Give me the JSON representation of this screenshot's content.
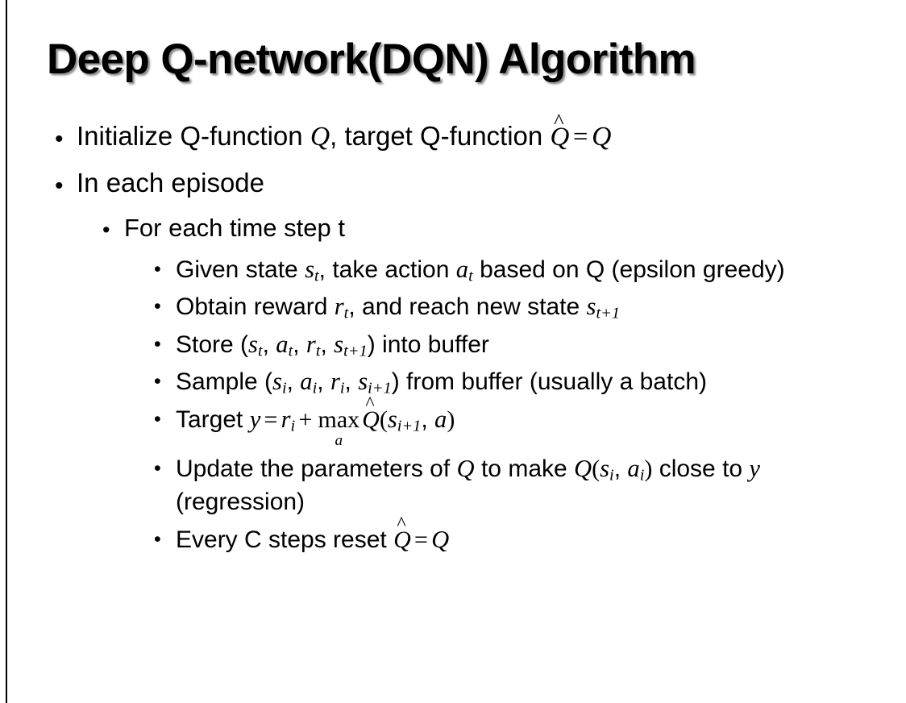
{
  "slide": {
    "title": "Deep Q-network(DQN) Algorithm",
    "background_color": "#ffffff",
    "text_color": "#000000",
    "bullet_glyph": "•"
  },
  "content": {
    "level1": [
      {
        "id": "initialize",
        "prefix": "Initialize Q-function ",
        "var_q": "Q",
        "mid": ", target Q-function ",
        "qhat": "Q",
        "hat": "^",
        "equals": "=",
        "var_q2": "Q"
      },
      {
        "id": "in-each-episode",
        "text": "In each episode"
      }
    ],
    "level2": [
      {
        "id": "for-each-time-step",
        "text": "For each time step t"
      }
    ],
    "level3": [
      {
        "id": "given-state",
        "part1": "Given state ",
        "s": "s",
        "s_sub": "t",
        "part2": ", take action ",
        "a": "a",
        "a_sub": "t",
        "part3": " based on Q (epsilon greedy)"
      },
      {
        "id": "obtain-reward",
        "part1": "Obtain reward ",
        "r": "r",
        "r_sub": "t",
        "part2": ", and reach new state ",
        "s": "s",
        "s_sub": "t+1"
      },
      {
        "id": "store-into-buffer",
        "part1": "Store (",
        "s": "s",
        "s_sub": "t",
        "sep1": ", ",
        "a": "a",
        "a_sub": "t",
        "sep2": ", ",
        "r": "r",
        "r_sub": "t",
        "sep3": ", ",
        "s2": "s",
        "s2_sub": "t+1",
        "part2": ") into buffer"
      },
      {
        "id": "sample-from-buffer",
        "part1": "Sample (",
        "s": "s",
        "s_sub": "i",
        "sep1": ", ",
        "a": "a",
        "a_sub": "i",
        "sep2": ", ",
        "r": "r",
        "r_sub": "i",
        "sep3": ", ",
        "s2": "s",
        "s2_sub": "i+1",
        "part2": ") from buffer (usually a batch)"
      },
      {
        "id": "target-equation",
        "label": "Target ",
        "y": "y",
        "equals": "=",
        "r": "r",
        "r_sub": "i",
        "plus": "+",
        "max_op": "max",
        "max_sub": "a",
        "qhat": "Q",
        "hat": "^",
        "open": "(",
        "s": "s",
        "s_sub": "i+1",
        "comma": ", ",
        "a": "a",
        "close": ")"
      },
      {
        "id": "update-parameters",
        "part1": "Update the parameters of ",
        "q1": "Q",
        "part2": " to make ",
        "q2": "Q",
        "open": "(",
        "s": "s",
        "s_sub": "i",
        "comma": ", ",
        "a": "a",
        "a_sub": "i",
        "close": ")",
        "part3": " close to ",
        "y": "y",
        "part4": " (regression)"
      },
      {
        "id": "reset-target",
        "part1": "Every C steps reset ",
        "qhat": "Q",
        "hat": "^",
        "equals": "=",
        "q": "Q"
      }
    ]
  }
}
